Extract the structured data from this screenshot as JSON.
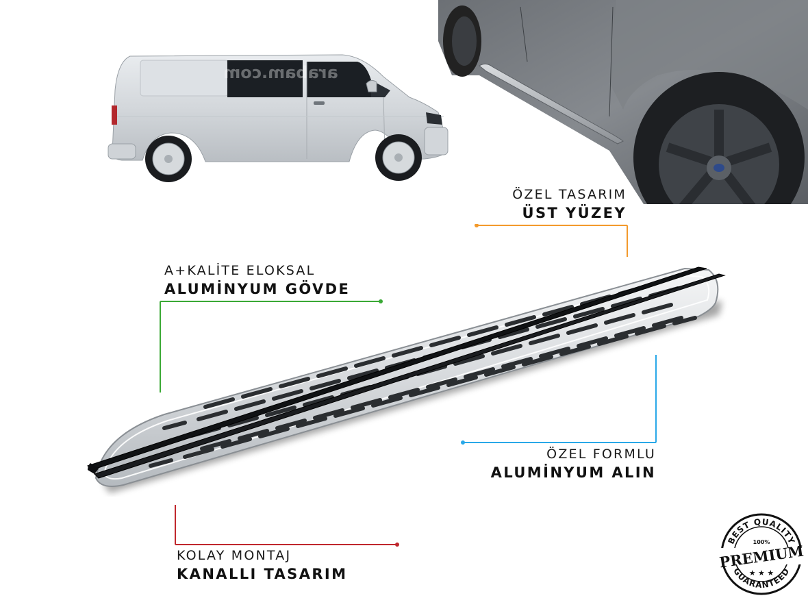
{
  "images": {
    "van_photo": {
      "description": "silver van side view",
      "watermark": "arabam.com"
    },
    "suv_closeup": {
      "description": "grey SUV with installed side step running board"
    },
    "running_board": {
      "description": "aluminium side step board with black rubber strips"
    }
  },
  "callouts": [
    {
      "id": "top-surface",
      "line1": "ÖZEL TASARIM",
      "line2": "ÜST YÜZEY",
      "color": "#f39a2c"
    },
    {
      "id": "body",
      "line1": "A+KALİTE ELOKSAL",
      "line2": "ALUMİNYUM GÖVDE",
      "color": "#3aa935"
    },
    {
      "id": "front",
      "line1": "ÖZEL FORMLU",
      "line2": "ALUMİNYUM ALIN",
      "color": "#29a8e8"
    },
    {
      "id": "mount",
      "line1": "KOLAY MONTAJ",
      "line2": "KANALLI TASARIM",
      "color": "#c0272d"
    }
  ],
  "badge": {
    "top_text": "BEST QUALITY",
    "percent": "100%",
    "main_text": "PREMIUM",
    "bottom_text": "GUARANTEED",
    "stars": "★ ★ ★"
  }
}
